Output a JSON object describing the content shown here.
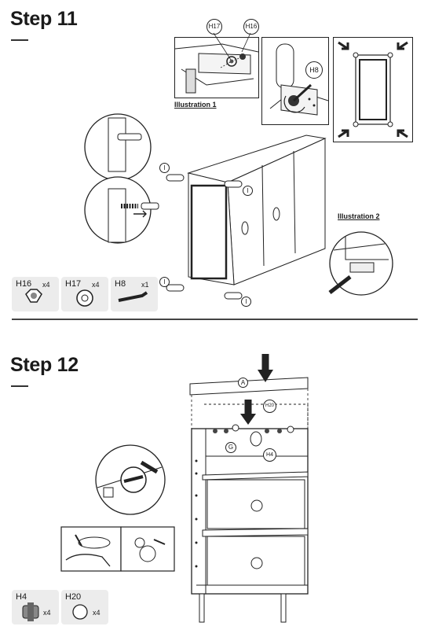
{
  "step11": {
    "title": "Step 11",
    "illustration1_label": "Illustration 1",
    "illustration2_label": "Illustration 2",
    "callouts": [
      "H17",
      "H16",
      "H8"
    ],
    "marker": "I",
    "parts": [
      {
        "code": "H16",
        "qty": "x4",
        "icon": "hex-nut-icon"
      },
      {
        "code": "H17",
        "qty": "x4",
        "icon": "washer-icon"
      },
      {
        "code": "H8",
        "qty": "x1",
        "icon": "allen-key-icon"
      }
    ]
  },
  "step12": {
    "title": "Step 12",
    "callouts": {
      "top_panel": "A",
      "cam": "H20",
      "lock": "H4",
      "dowel": "G"
    },
    "parts": [
      {
        "code": "H4",
        "qty": "x4",
        "icon": "connector-bolt-icon"
      },
      {
        "code": "H20",
        "qty": "x4",
        "icon": "cover-cap-icon"
      }
    ]
  }
}
